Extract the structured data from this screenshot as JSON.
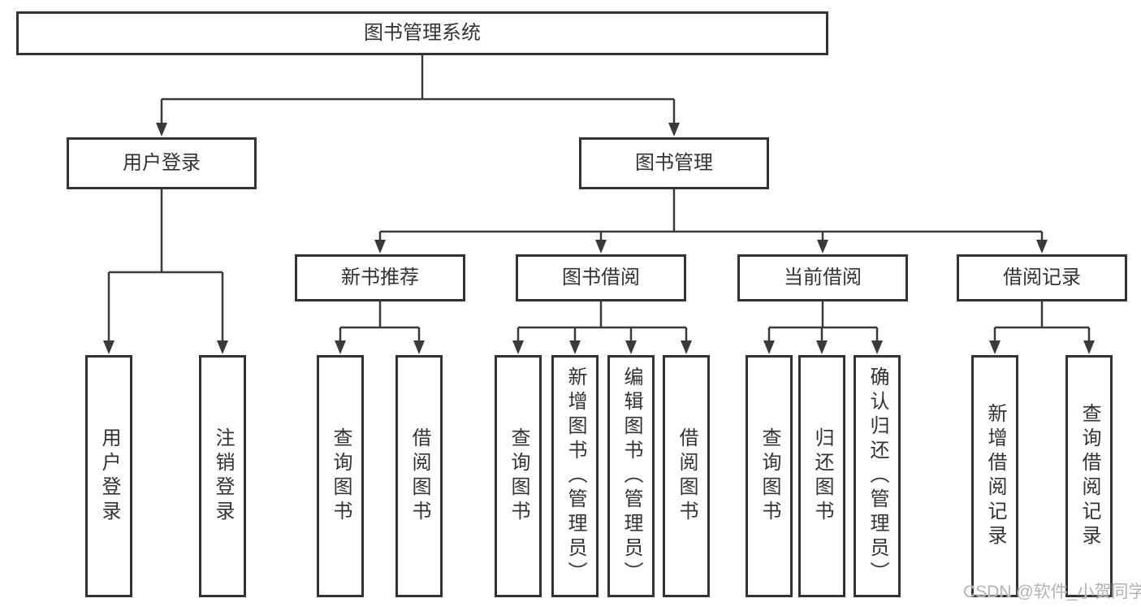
{
  "diagram": {
    "root": {
      "label": "图书管理系统"
    },
    "level2": [
      {
        "label": "用户登录"
      },
      {
        "label": "图书管理"
      }
    ],
    "level3": [
      {
        "label": "新书推荐"
      },
      {
        "label": "图书借阅"
      },
      {
        "label": "当前借阅"
      },
      {
        "label": "借阅记录"
      }
    ],
    "leaves": {
      "user_login": [
        "用户登录",
        "注销登录"
      ],
      "new_book": [
        "查询图书",
        "借阅图书"
      ],
      "book_borrow": [
        "查询图书",
        "新增图书（管理员）",
        "编辑图书（管理员）",
        "借阅图书"
      ],
      "current_borrow": [
        "查询图书",
        "归还图书",
        "确认归还（管理员）"
      ],
      "borrow_record": [
        "新增借阅记录",
        "查询借阅记录"
      ]
    }
  },
  "watermark": {
    "text": "CSDN @软件_小贺同学"
  },
  "colors": {
    "line": "#3a3a3a",
    "text": "#333333",
    "background": "#ffffff",
    "watermark": "#b3b3b3"
  }
}
